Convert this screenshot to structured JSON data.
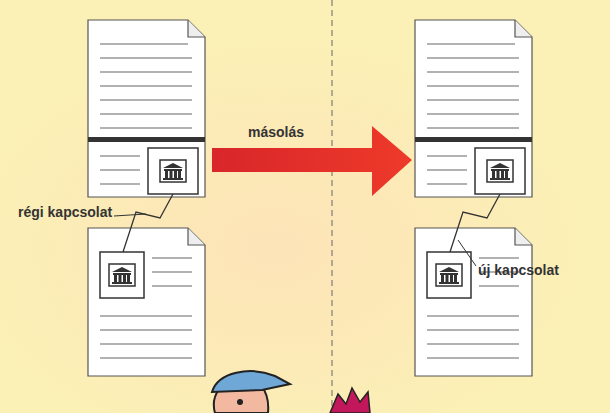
{
  "diagram": {
    "labels": [
      "másolás",
      "régi kapcsolat",
      "új kapcsolat"
    ]
  }
}
